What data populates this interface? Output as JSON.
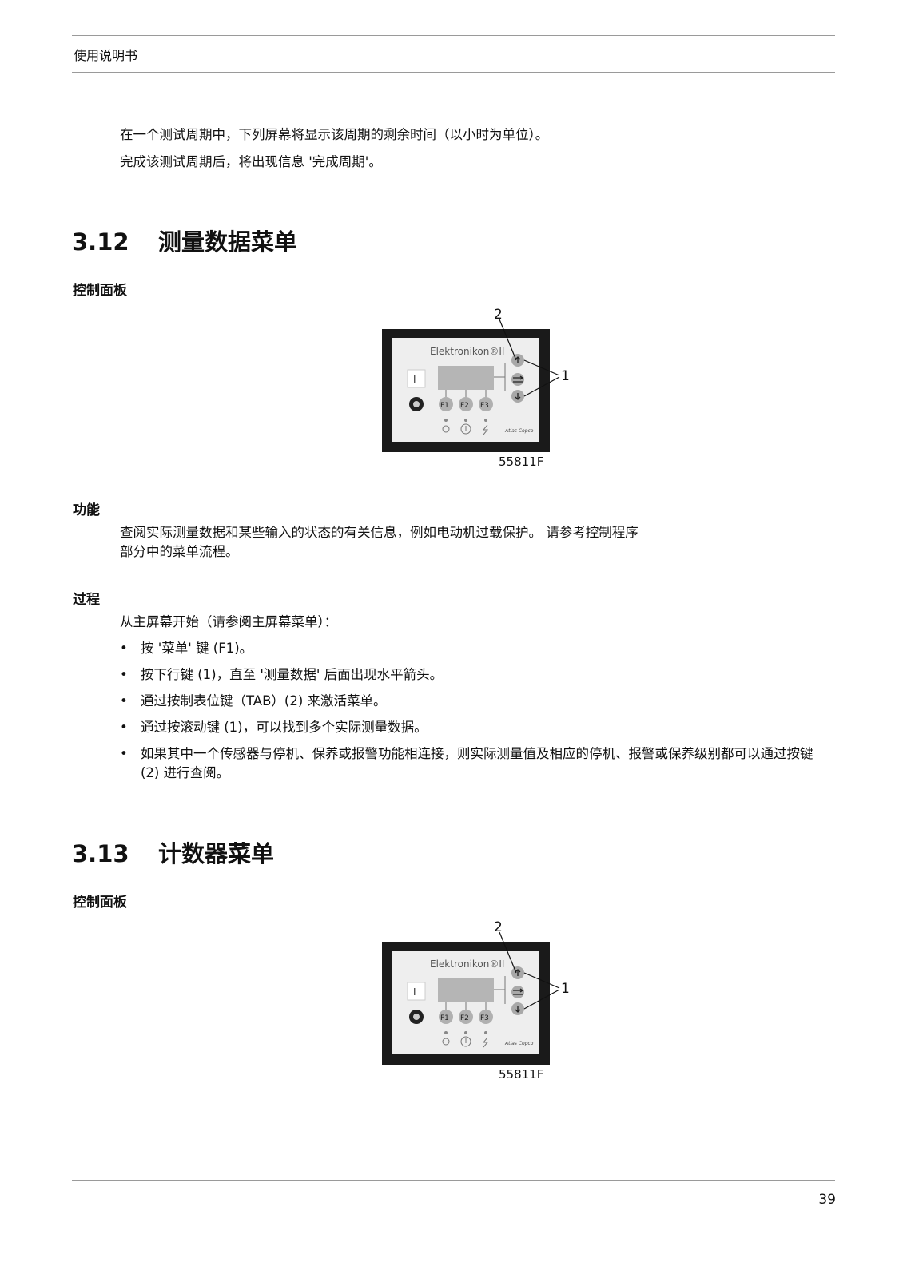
{
  "header": {
    "title": "使用说明书"
  },
  "intro": {
    "line1": "在一个测试周期中，下列屏幕将显示该周期的剩余时间（以小时为单位）。",
    "line2": "完成该测试周期后，将出现信息 '完成周期'。"
  },
  "section_312": {
    "number": "3.12",
    "title": "测量数据菜单",
    "control_panel_heading": "控制面板",
    "figure": {
      "brand": "Elektronikon®II",
      "callout_1": "1",
      "callout_2": "2",
      "key_f1": "F1",
      "key_f2": "F2",
      "key_f3": "F3",
      "start_symbol": "I",
      "logo_text": "Atlas Copco",
      "code": "55811F"
    },
    "function_heading": "功能",
    "function_line1": "查阅实际测量数据和某些输入的状态的有关信息，例如电动机过载保护。 请参考控制程序",
    "function_line2": "部分中的菜单流程。",
    "procedure_heading": "过程",
    "procedure_intro": "从主屏幕开始（请参阅主屏幕菜单）：",
    "steps": [
      {
        "text": "按 '菜单' 键 (F1)。"
      },
      {
        "text": "按下行键 (1)，直至 '测量数据' 后面出现水平箭头。"
      },
      {
        "text": "通过按制表位键（TAB）(2) 来激活菜单。"
      },
      {
        "text": "通过按滚动键 (1)，可以找到多个实际测量数据。"
      },
      {
        "text": "如果其中一个传感器与停机、保养或报警功能相连接，则实际测量值及相应的停机、报警或保养级别都可以通过按键 (2) 进行查阅。"
      }
    ]
  },
  "section_313": {
    "number": "3.13",
    "title": "计数器菜单",
    "control_panel_heading": "控制面板",
    "figure": {
      "brand": "Elektronikon®II",
      "callout_1": "1",
      "callout_2": "2",
      "key_f1": "F1",
      "key_f2": "F2",
      "key_f3": "F3",
      "start_symbol": "I",
      "logo_text": "Atlas Copco",
      "code": "55811F"
    }
  },
  "footer": {
    "page_number": "39"
  }
}
